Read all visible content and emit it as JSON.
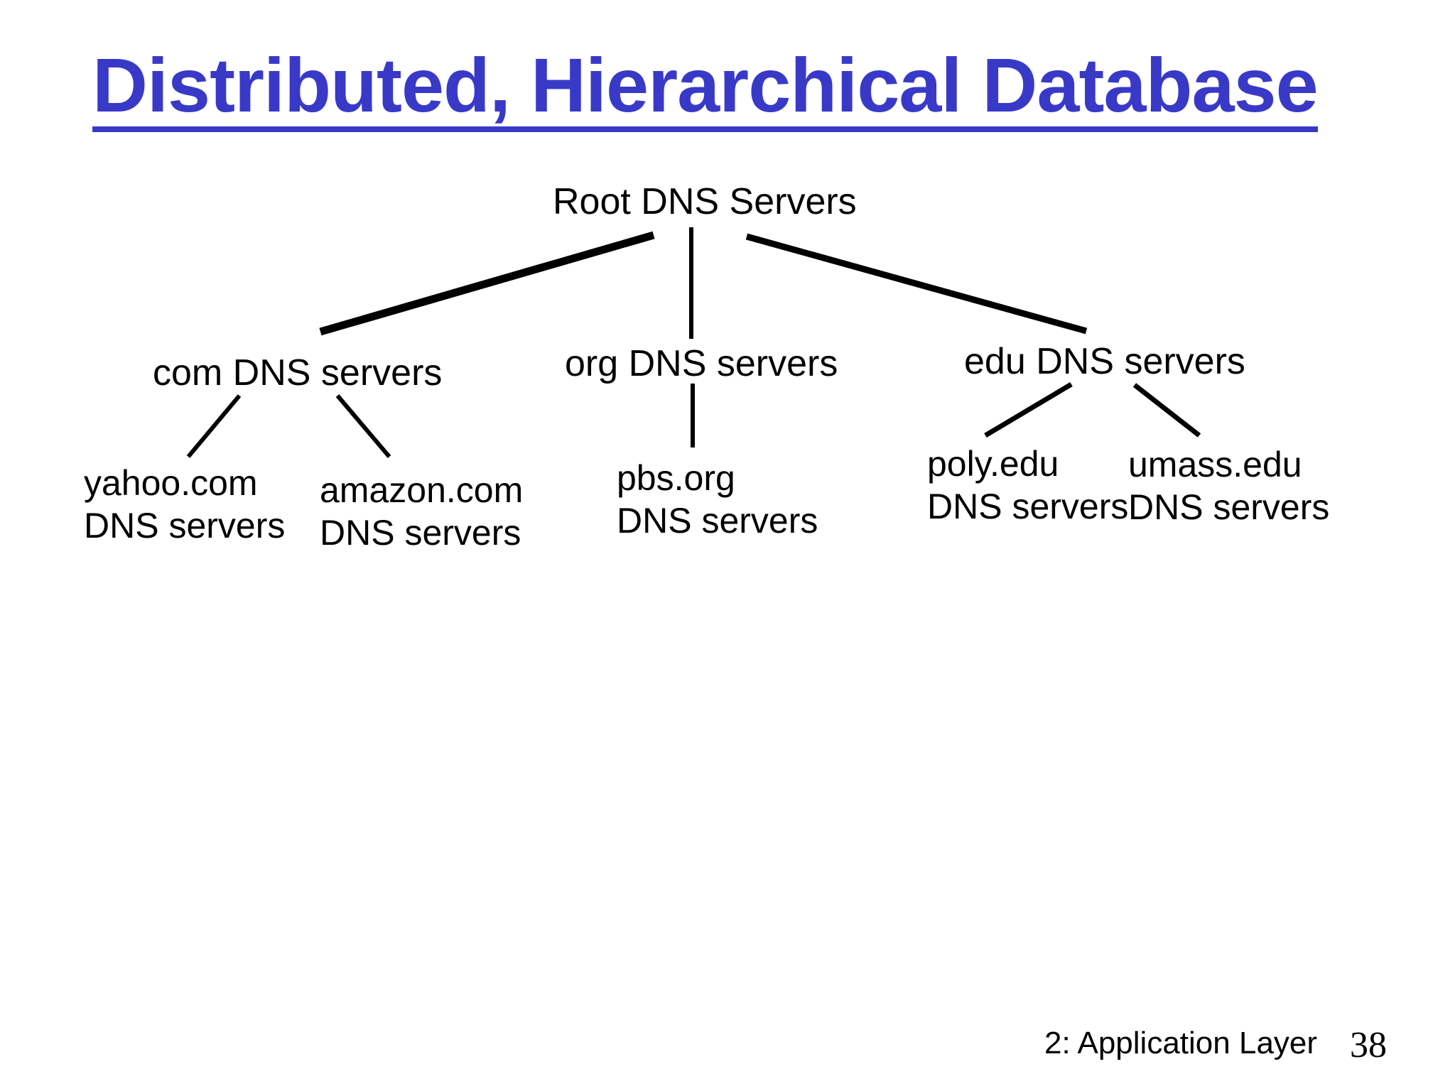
{
  "title": {
    "text": "Distributed, Hierarchical Database"
  },
  "tree": {
    "root": {
      "label": "Root DNS Servers"
    },
    "level2": [
      {
        "id": "com",
        "label": "com DNS servers"
      },
      {
        "id": "org",
        "label": "org DNS servers"
      },
      {
        "id": "edu",
        "label": "edu DNS servers"
      }
    ],
    "leaves": [
      {
        "id": "yahoo",
        "parent": "com",
        "line1": "yahoo.com",
        "line2": "DNS servers"
      },
      {
        "id": "amazon",
        "parent": "com",
        "line1": "amazon.com",
        "line2": "DNS servers"
      },
      {
        "id": "pbs",
        "parent": "org",
        "line1": "pbs.org",
        "line2": "DNS servers"
      },
      {
        "id": "poly",
        "parent": "edu",
        "line1": "poly.edu",
        "line2": "DNS servers"
      },
      {
        "id": "umass",
        "parent": "edu",
        "line1": "umass.edu",
        "line2": "DNS servers"
      }
    ]
  },
  "footer": {
    "section": "2: Application Layer",
    "page": "38"
  },
  "colors": {
    "title_blue": "#3939C8",
    "diagram_black": "#000000",
    "background": "#FFFFFF"
  }
}
